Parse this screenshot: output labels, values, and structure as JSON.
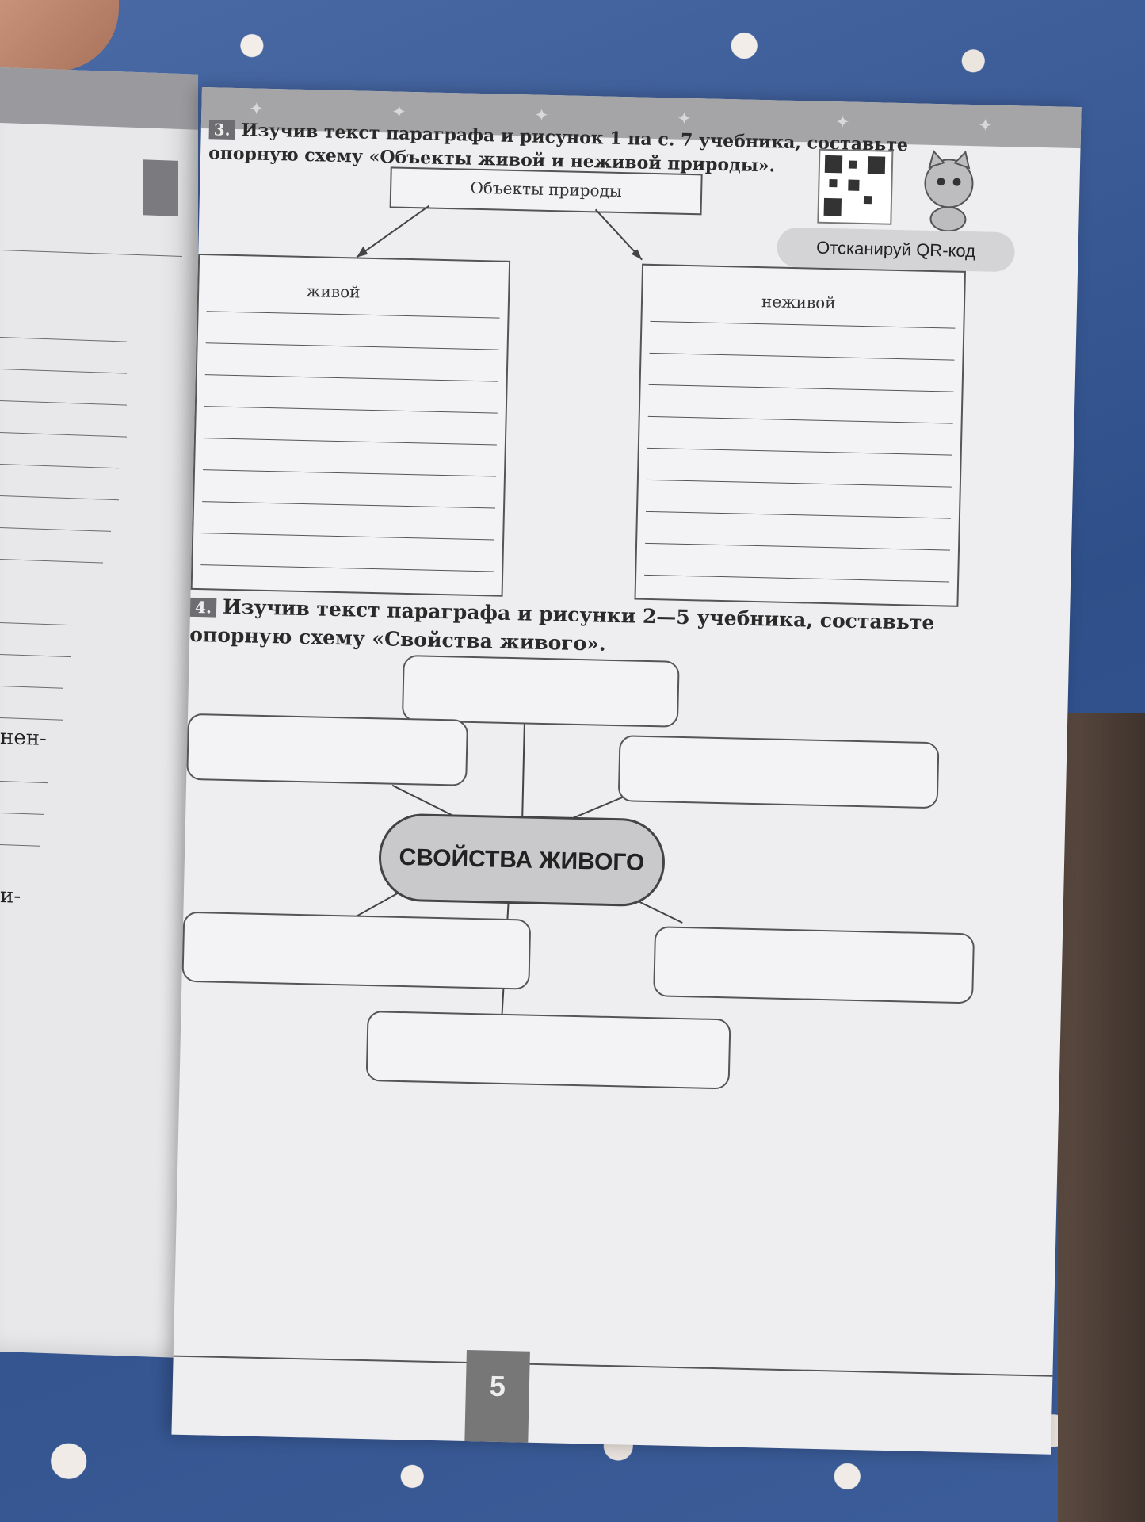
{
  "task3": {
    "number": "3.",
    "text_line1": "Изучив текст параграфа и рисунок 1 на с. 7 учебника, составьте",
    "text_line2": "опорную схему «Объекты живой и неживой природы»."
  },
  "qr": {
    "label": "Отсканируй QR-код",
    "icon": "qr-code-icon"
  },
  "scheme3": {
    "root": "Объекты природы",
    "left": "живой",
    "right": "неживой"
  },
  "task4": {
    "number": "4.",
    "text_line1": "Изучив текст параграфа и рисунки 2—5 учебника, составьте",
    "text_line2": "опорную схему «Свойства живого»."
  },
  "scheme4": {
    "center": "СВОЙСТВА ЖИВОГО"
  },
  "left_page": {
    "frag1": "нен-",
    "frag2": "и-"
  },
  "page_number": "5"
}
